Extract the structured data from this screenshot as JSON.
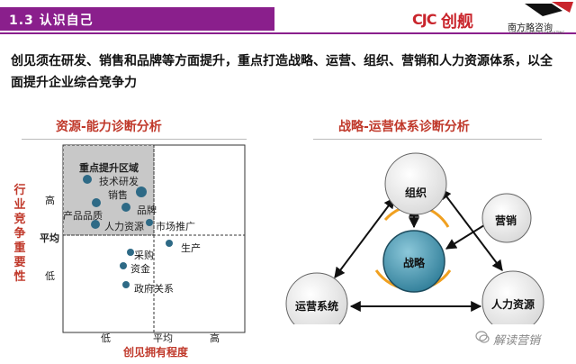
{
  "header": {
    "title": "1.3 认识自己"
  },
  "logo": {
    "mark": "CJC",
    "brand": "创舰",
    "sub": "南方略咨询",
    "tagline": "SOUTHSTRATEGY CONSULTING"
  },
  "intro": "创见须在研发、销售和品牌等方面提升，重点打造战略、运营、组织、营销和人力资源体系，以全面提升企业综合竞争力",
  "left": {
    "title": "资源-能力诊断分析",
    "highlight_label": "重点提升区域",
    "y_axis_title": "行业竞争重要性",
    "x_axis_title": "创见拥有程度",
    "y_ticks": [
      "高",
      "平均",
      "低"
    ],
    "x_ticks": [
      "低",
      "平均",
      "高"
    ],
    "points": [
      {
        "label": "技术研发"
      },
      {
        "label": "销售"
      },
      {
        "label": "品牌"
      },
      {
        "label": "产品品质"
      },
      {
        "label": "人力资源"
      },
      {
        "label": "市场推广"
      },
      {
        "label": "生产"
      },
      {
        "label": "采购"
      },
      {
        "label": "资金"
      },
      {
        "label": "政府关系"
      }
    ]
  },
  "right": {
    "title": "战略-运营体系诊断分析",
    "nodes": {
      "org": "组织",
      "marketing": "营销",
      "strategy": "战略",
      "operations": "运营系统",
      "hr": "人力资源"
    }
  },
  "watermark": {
    "text": "解读营销",
    "icon": "chat-bubble-icon"
  },
  "colors": {
    "purple": "#8a1f8c",
    "red": "#c0392b",
    "dot": "#2e6a86",
    "highlight": "#c8c8c8",
    "center": "#3b8aa6",
    "ring": "#f0a020"
  }
}
